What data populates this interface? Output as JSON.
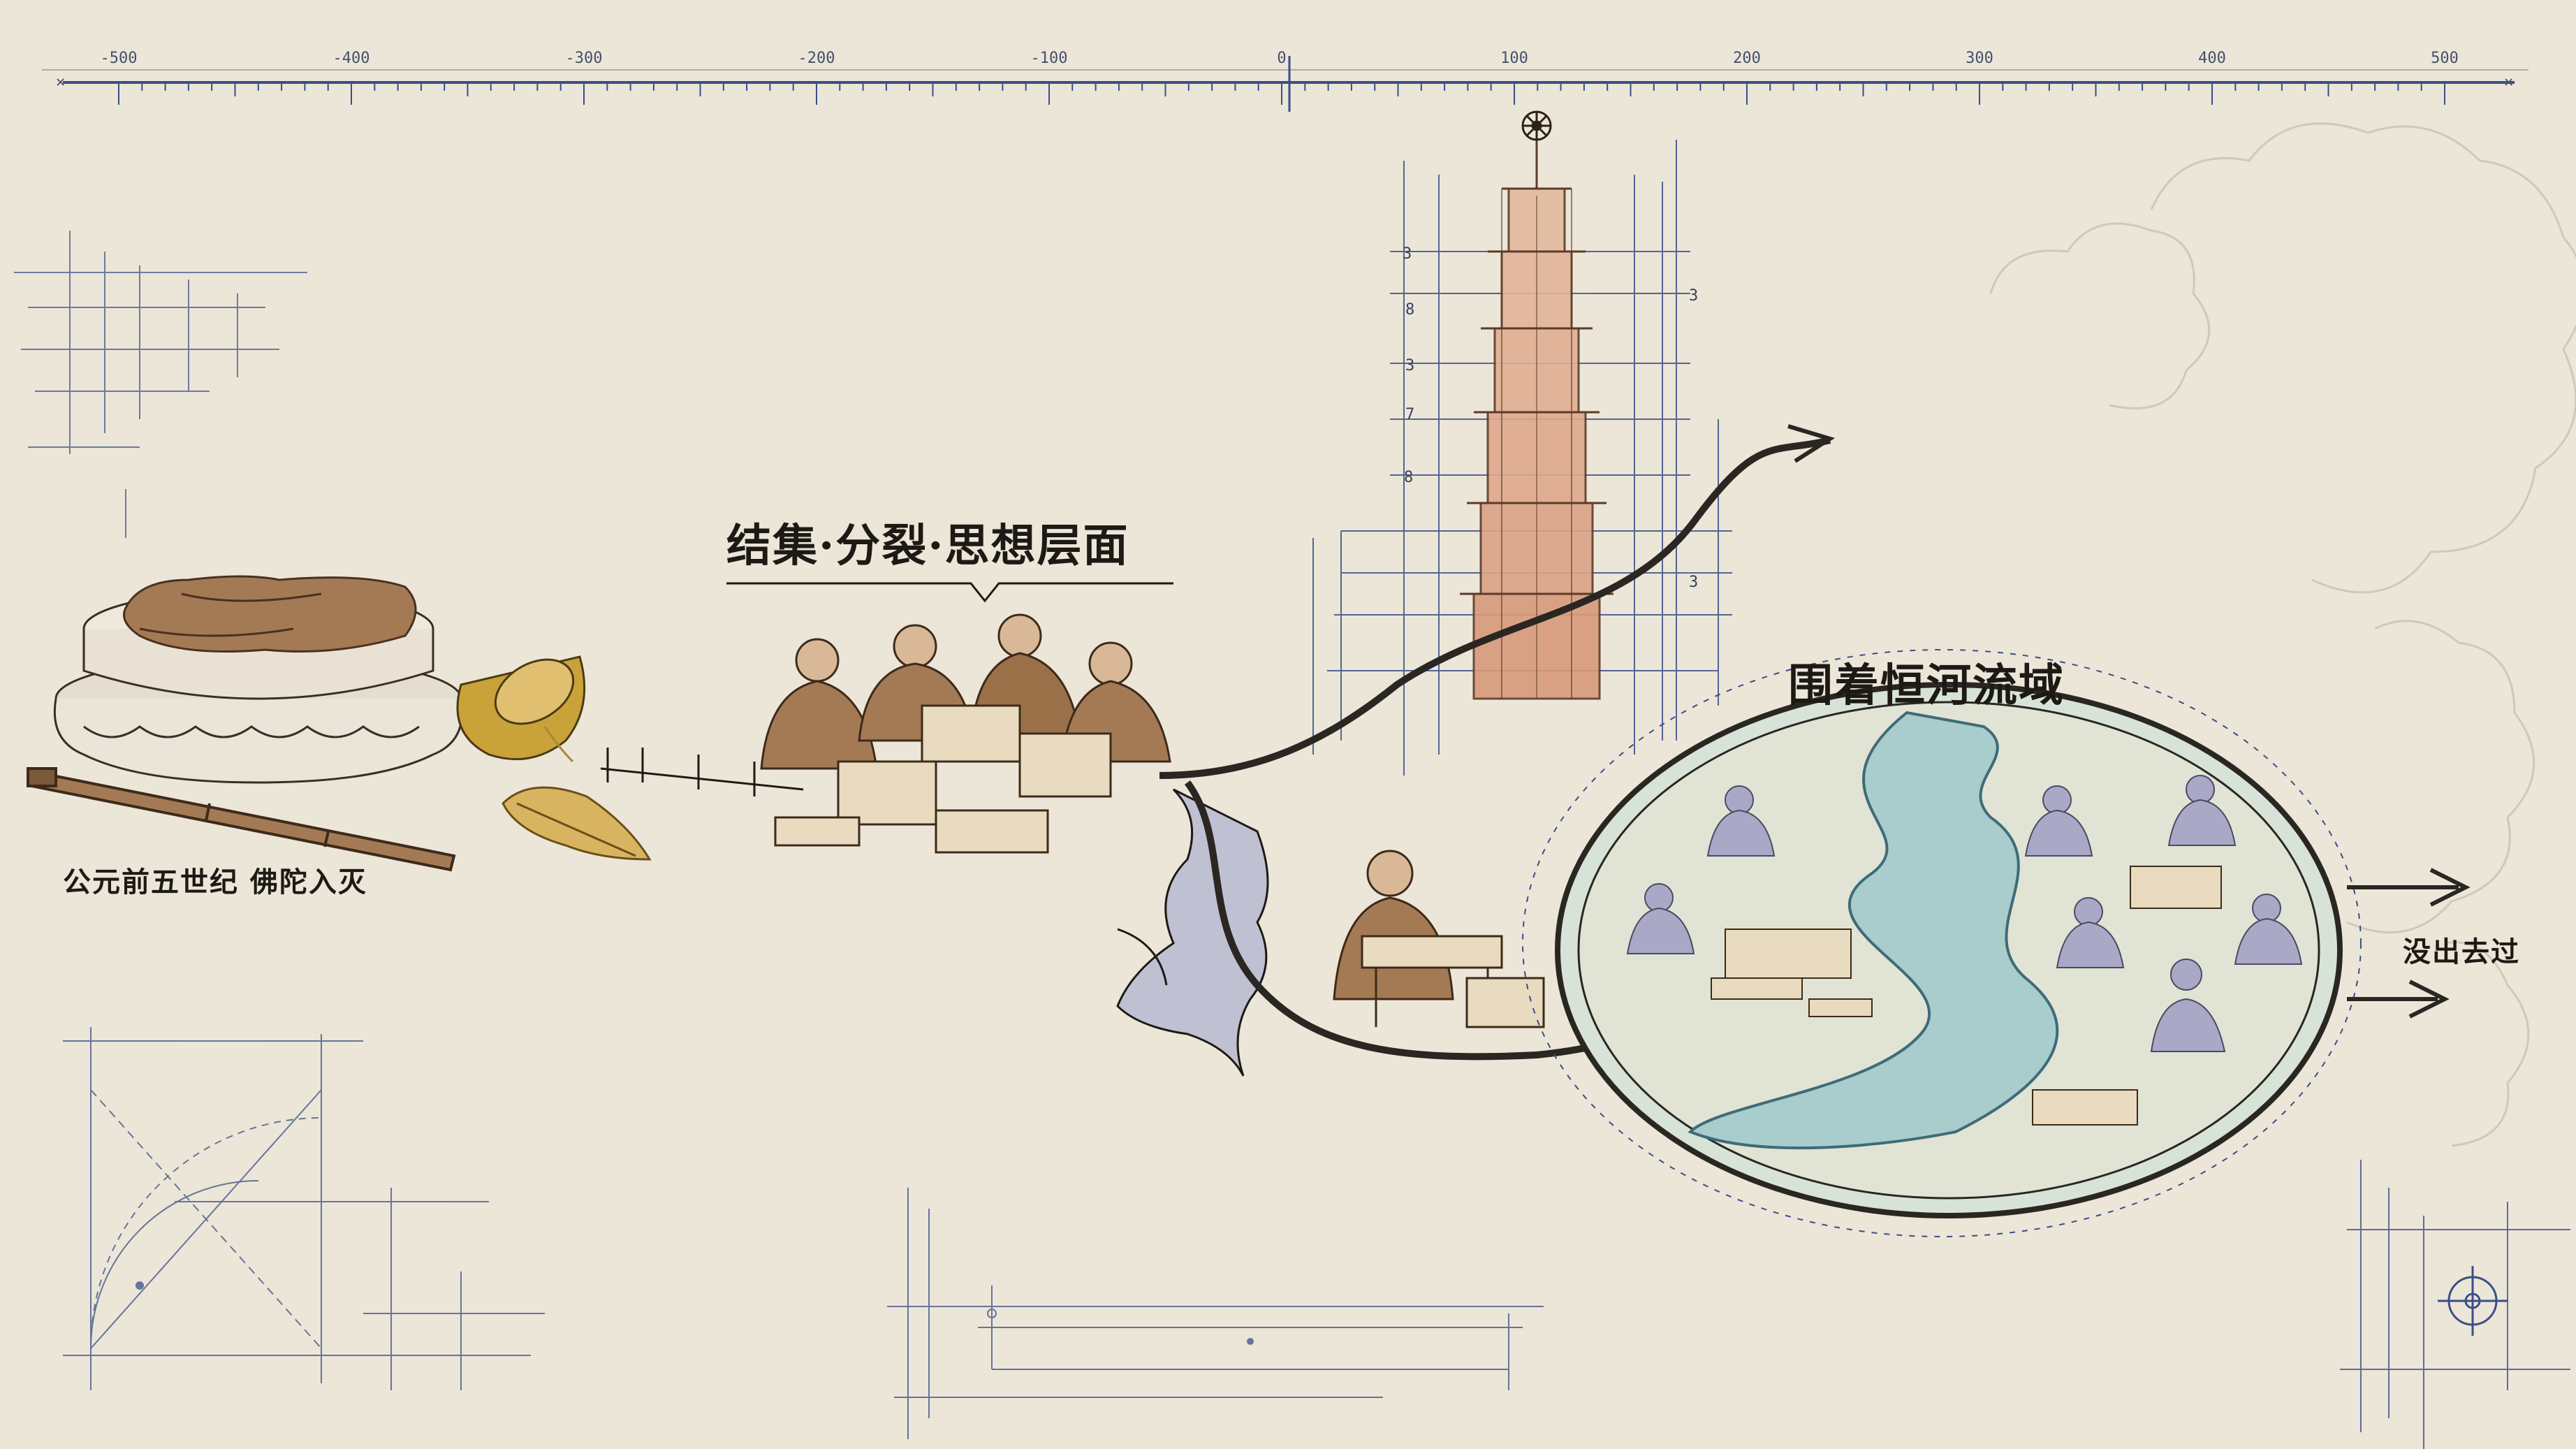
{
  "ruler": {
    "ticks": [
      "-500",
      "-400",
      "-300",
      "-200",
      "-100",
      "0",
      "100",
      "200",
      "300",
      "400",
      "500"
    ]
  },
  "labels": {
    "origin": "公元前五世纪  佛陀入灭",
    "councils": "结集·分裂·思想层面",
    "ganges": "围着恒河流域",
    "never_left": "没出去过"
  },
  "pagoda_marks": [
    "3",
    "3",
    "8",
    "3",
    "7",
    "8",
    "3"
  ],
  "colors": {
    "paper": "#ece6d8",
    "ink": "#1d1a16",
    "blueprint": "#3a4f86",
    "robe": "#a47a55",
    "brick": "#d89a7a",
    "river": "#a9cccd",
    "gold": "#c9a23a"
  },
  "icons": [
    "lotus-pedestal-icon",
    "folded-robe-icon",
    "golden-bowl-icon",
    "bodhi-leaf-icon",
    "staff-icon",
    "dharma-wheel-icon",
    "pagoda-icon",
    "monk-icon",
    "scroll-icon",
    "crosshair-icon"
  ]
}
